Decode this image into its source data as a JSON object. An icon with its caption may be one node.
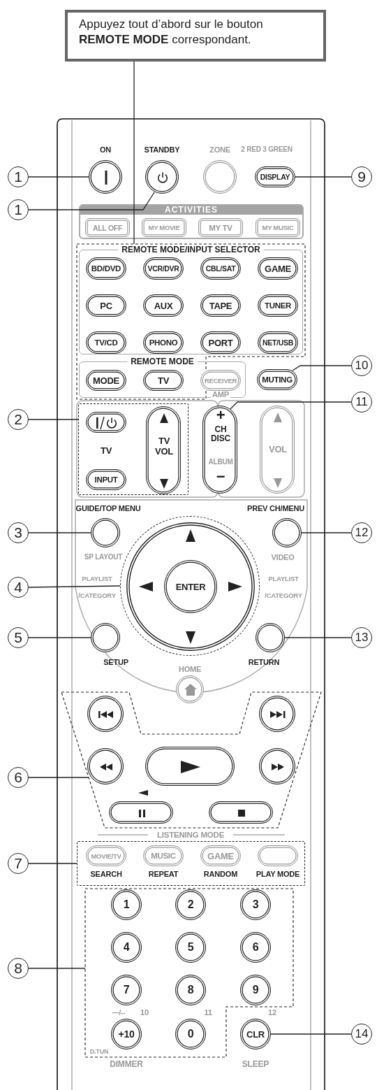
{
  "diagram": {
    "nodes": [
      {
        "text": [
          "Appuyez tout d’abord sur le bouton **REMOTE MODE** correspondant."
        ]
      },
      {
        "text": [
          "1"
        ]
      },
      {
        "text": [
          "1"
        ]
      },
      {
        "text": [
          "9"
        ]
      },
      {
        "text": [
          "10"
        ]
      },
      {
        "text": [
          "11"
        ]
      },
      {
        "text": [
          "2"
        ]
      },
      {
        "text": [
          "3"
        ]
      },
      {
        "text": [
          "12"
        ]
      },
      {
        "text": [
          "4"
        ]
      },
      {
        "text": [
          "5"
        ]
      },
      {
        "text": [
          "13"
        ]
      },
      {
        "text": [
          "6"
        ]
      },
      {
        "text": [
          "7"
        ]
      },
      {
        "text": [
          "8"
        ]
      },
      {
        "text": [
          "14"
        ]
      },
      {
        "text": [
          "ON"
        ]
      },
      {
        "text": [
          "STANDBY"
        ]
      },
      {
        "text": [
          "ZONE"
        ],
        "beside": [
          "2 RED 3 GREEN"
        ]
      },
      {
        "text": [
          "DISPLAY"
        ]
      },
      {
        "text": [
          "ACTIVITIES"
        ]
      },
      {
        "text": [
          "ALL OFF"
        ],
        "in": 20
      },
      {
        "text": [
          "MY MOVIE"
        ],
        "in": 20
      },
      {
        "text": [
          "MY TV"
        ],
        "in": 20
      },
      {
        "text": [
          "MY MUSIC"
        ],
        "in": 20
      },
      {
        "text": [],
        "shape": "box"
      },
      {
        "text": [
          "REMOTE MODE/INPUT SELECTOR"
        ],
        "in": 25
      },
      {
        "text": [
          "BD/DVD"
        ],
        "in": 26
      },
      {
        "text": [
          "VCR/DVR"
        ],
        "in": 26
      },
      {
        "text": [
          "CBL/SAT"
        ],
        "in": 26
      },
      {
        "text": [
          "GAME"
        ],
        "in": 26
      },
      {
        "text": [
          "PC"
        ],
        "in": 26
      },
      {
        "text": [
          "AUX"
        ],
        "in": 26
      },
      {
        "text": [
          "TAPE"
        ],
        "in": 26
      },
      {
        "text": [
          "TUNER"
        ],
        "in": 26
      },
      {
        "text": [
          "TV/CD"
        ],
        "in": 26
      },
      {
        "text": [
          "PHONO"
        ],
        "in": 26
      },
      {
        "text": [
          "PORT"
        ],
        "in": 26
      },
      {
        "text": [
          "NET/USB"
        ],
        "in": 26
      },
      {
        "text": [
          "REMOTE MODE"
        ],
        "in": 25
      },
      {
        "text": [
          "MODE"
        ],
        "in": 39
      },
      {
        "text": [
          "TV"
        ],
        "in": 39
      },
      {
        "text": [
          "RECEIVER",
          "AMP"
        ],
        "in": 39
      },
      {
        "text": [
          "MUTING"
        ]
      },
      {
        "text": [
          "TV"
        ]
      },
      {
        "text": [],
        "shape": "box",
        "in": 44
      },
      {
        "text": [
          "INPUT"
        ],
        "in": 44
      },
      {
        "text": [
          "TV VOL"
        ],
        "in": 44
      },
      {
        "text": [
          "+",
          "CH DISC",
          "ALBUM",
          "−"
        ]
      },
      {
        "text": [
          "VOL"
        ]
      },
      {
        "text": [
          "GUIDE/TOP MENU",
          "SP LAYOUT"
        ]
      },
      {
        "text": [
          "PREV CH/MENU",
          "VIDEO"
        ]
      },
      {
        "text": [],
        "shape": "circle"
      },
      {
        "text": [
          "ENTER"
        ],
        "in": 52
      },
      {
        "text": [
          "SETUP"
        ]
      },
      {
        "text": [
          "RETURN"
        ]
      },
      {
        "text": [
          "HOME"
        ]
      },
      {
        "text": [],
        "shape": "box"
      },
      {
        "text": [],
        "shape": "circle",
        "in": 57
      },
      {
        "text": [],
        "shape": "circle",
        "in": 57
      },
      {
        "text": [],
        "shape": "circle",
        "in": 57
      },
      {
        "text": [],
        "shape": "box",
        "in": 57
      },
      {
        "text": [],
        "shape": "circle",
        "in": 57
      },
      {
        "text": [],
        "shape": "box",
        "in": 57
      },
      {
        "text": [],
        "shape": "box",
        "in": 57
      },
      {
        "text": [],
        "shape": "box"
      },
      {
        "text": [
          "MOVIE/TV",
          "SEARCH"
        ],
        "in": 65
      },
      {
        "text": [
          "MUSIC",
          "REPEAT"
        ],
        "in": 65
      },
      {
        "text": [
          "GAME",
          "RANDOM"
        ],
        "in": 65
      },
      {
        "text": [
          "PLAY MODE"
        ],
        "in": 65
      },
      {
        "text": [],
        "shape": "box"
      },
      {
        "text": [
          "1"
        ],
        "in": 70
      },
      {
        "text": [
          "2"
        ],
        "in": 70
      },
      {
        "text": [
          "3"
        ],
        "in": 70
      },
      {
        "text": [
          "4"
        ],
        "in": 70
      },
      {
        "text": [
          "5"
        ],
        "in": 70
      },
      {
        "text": [
          "6"
        ],
        "in": 70
      },
      {
        "text": [
          "7"
        ],
        "in": 70
      },
      {
        "text": [
          "8"
        ],
        "in": 70
      },
      {
        "text": [
          "9"
        ],
        "in": 70
      },
      {
        "text": [
          "+10"
        ],
        "in": 70,
        "beside": [
          "—/--",
          "10",
          "D.TUN",
          "DIMMER"
        ]
      },
      {
        "text": [
          "0"
        ],
        "in": 70,
        "beside": [
          "11"
        ]
      },
      {
        "text": [
          "CLR"
        ],
        "beside": [
          "12",
          "SLEEP"
        ]
      }
    ],
    "edges": [
      {
        "from": 0,
        "to": 25,
        "arrow": "none"
      },
      {
        "from": 1,
        "to": 16,
        "arrow": "none"
      },
      {
        "from": 2,
        "to": 17,
        "arrow": "none"
      },
      {
        "from": 3,
        "to": 19,
        "arrow": "none"
      },
      {
        "from": 4,
        "to": 43,
        "arrow": "none"
      },
      {
        "from": 5,
        "to": 48,
        "arrow": "none"
      },
      {
        "from": 6,
        "to": 44,
        "arrow": "none"
      },
      {
        "from": 7,
        "to": 50,
        "arrow": "none"
      },
      {
        "from": 8,
        "to": 51,
        "arrow": "none"
      },
      {
        "from": 9,
        "to": 52,
        "arrow": "none"
      },
      {
        "from": 10,
        "to": 54,
        "arrow": "none"
      },
      {
        "from": 11,
        "to": 55,
        "arrow": "none"
      },
      {
        "from": 12,
        "to": 57,
        "arrow": "none"
      },
      {
        "from": 13,
        "to": 65,
        "arrow": "none"
      },
      {
        "from": 14,
        "to": 70,
        "arrow": "none"
      },
      {
        "from": 15,
        "to": 82,
        "arrow": "none"
      }
    ],
    "labels": [
      "PLAYLIST /CATEGORY",
      "PLAYLIST /CATEGORY",
      "LISTENING MODE"
    ]
  }
}
